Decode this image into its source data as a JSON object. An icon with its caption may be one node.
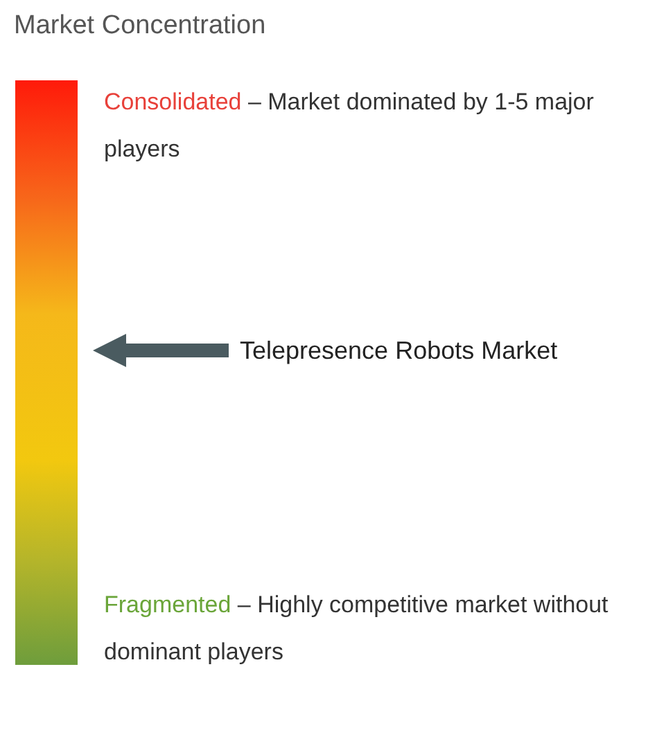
{
  "diagram": {
    "title": "Market Concentration",
    "nodes": [
      {
        "text": [],
        "shape": "bar"
      },
      {
        "text": [
          "Telepresence Robots Market"
        ]
      }
    ],
    "edges": [
      {
        "from": 1,
        "to": 0,
        "arrow": "to"
      }
    ],
    "labels": [
      "Consolidated",
      "– Market dominated by 1-5 major players",
      "Fragmented",
      "– Highly competitive market without dominant players"
    ]
  }
}
